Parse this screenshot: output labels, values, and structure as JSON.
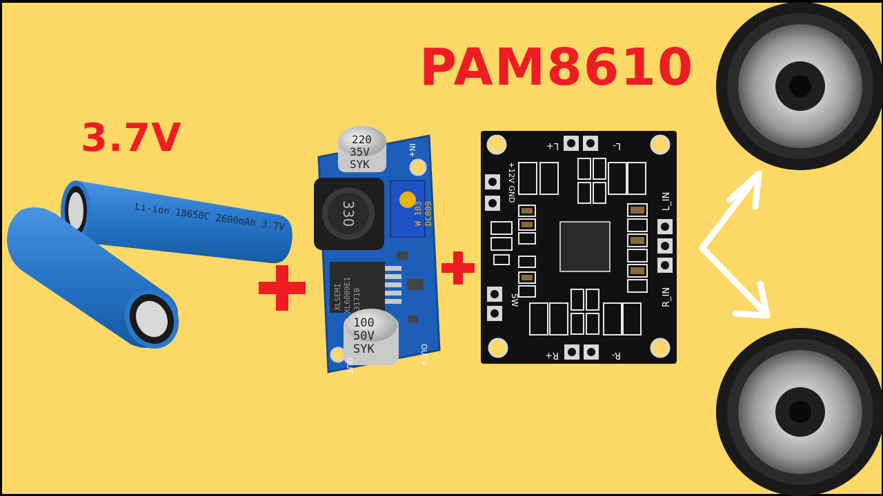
{
  "labels": {
    "voltage": "3.7V",
    "model": "PAM8610",
    "plus1": "+",
    "plus2": "+"
  },
  "battery": {
    "print": "Li-ion 18650C 2600mAh 3.7V"
  },
  "converter": {
    "cap_top": [
      "220",
      "35V",
      "SYK"
    ],
    "cap_bottom": [
      "100",
      "50V",
      "SYK"
    ],
    "inductor": "330",
    "pot": [
      "W 103",
      "DC009"
    ],
    "ic": [
      "XLSEMI",
      "XL6009E1",
      "3171B"
    ],
    "pin_in": "IN+",
    "pin_out_pos": "OUT+",
    "pin_out_neg": "OUT-"
  },
  "amp_board": {
    "l_plus": "L+",
    "l_minus": "L-",
    "r_plus": "R+",
    "r_minus": "R-",
    "power": "+12V GND",
    "l_in": "L_IN",
    "r_in": "R_IN",
    "sw": "SW"
  },
  "colors": {
    "background": "#fcd967",
    "text": "#ee1d23",
    "battery": "#2a78c9",
    "pcb_blue": "#1d5fb8",
    "pcb_black": "#111111"
  }
}
